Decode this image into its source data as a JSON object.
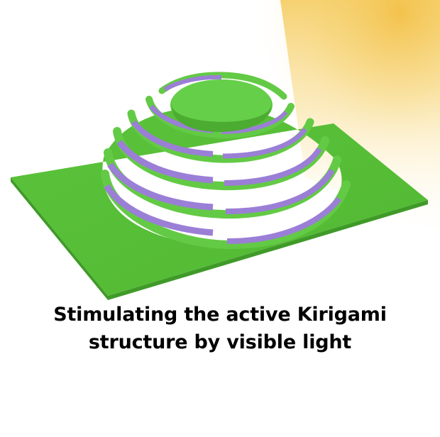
{
  "caption": {
    "line1": "Stimulating the active Kirigami",
    "line2": "structure by visible light"
  },
  "colors": {
    "background": "#ffffff",
    "sheet_green": "#5cc63d",
    "ring_green": "#63ca45",
    "actuator_purple": "#9b7fd6",
    "light_beam": "#f3cd62",
    "caption_text": "#000000"
  },
  "icons": {
    "structure": "kirigami-dome-illustration",
    "light": "light-beam-glow"
  }
}
